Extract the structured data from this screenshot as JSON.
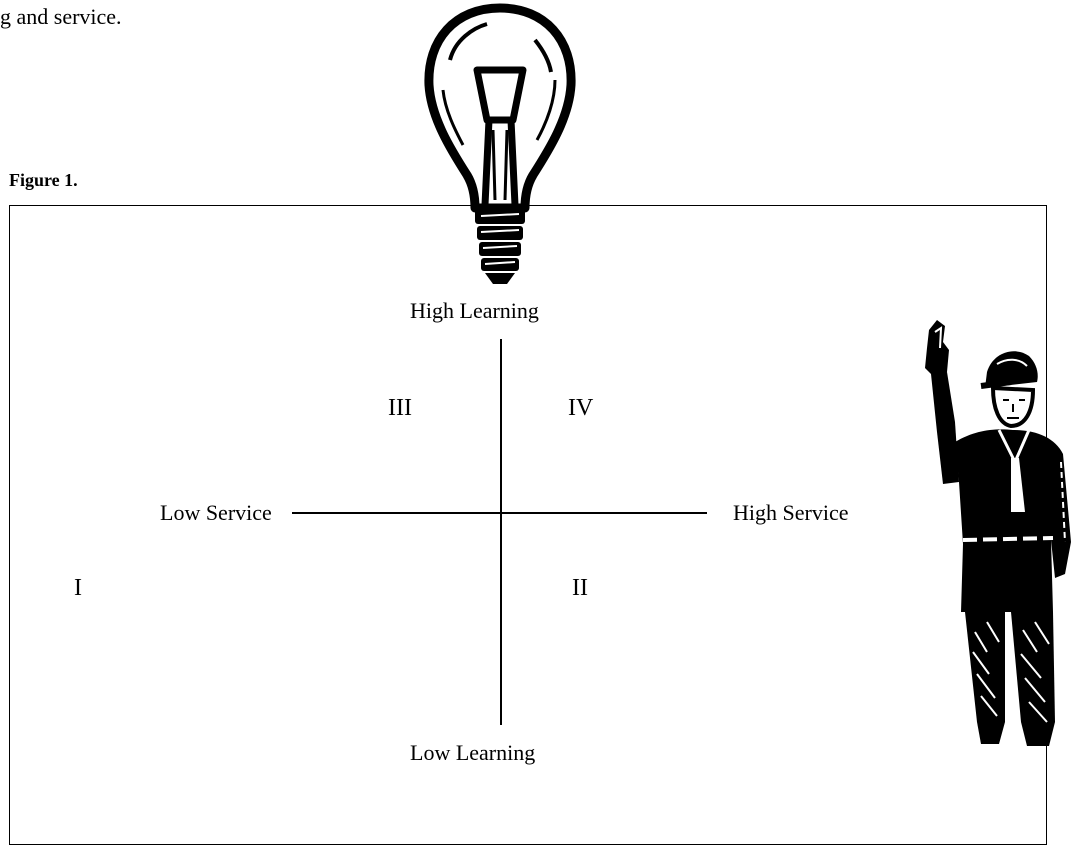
{
  "intro_fragment": "g and service.",
  "figure_label": "Figure 1.",
  "axes": {
    "top": "High Learning",
    "bottom": "Low Learning",
    "left": "Low Service",
    "right": "High Service"
  },
  "quadrants": {
    "q1": "I",
    "q2": "II",
    "q3": "III",
    "q4": "IV"
  },
  "icons": {
    "bulb": "lightbulb-icon",
    "scout": "scout-figure-icon"
  },
  "colors": {
    "ink": "#000000",
    "paper": "#ffffff"
  }
}
